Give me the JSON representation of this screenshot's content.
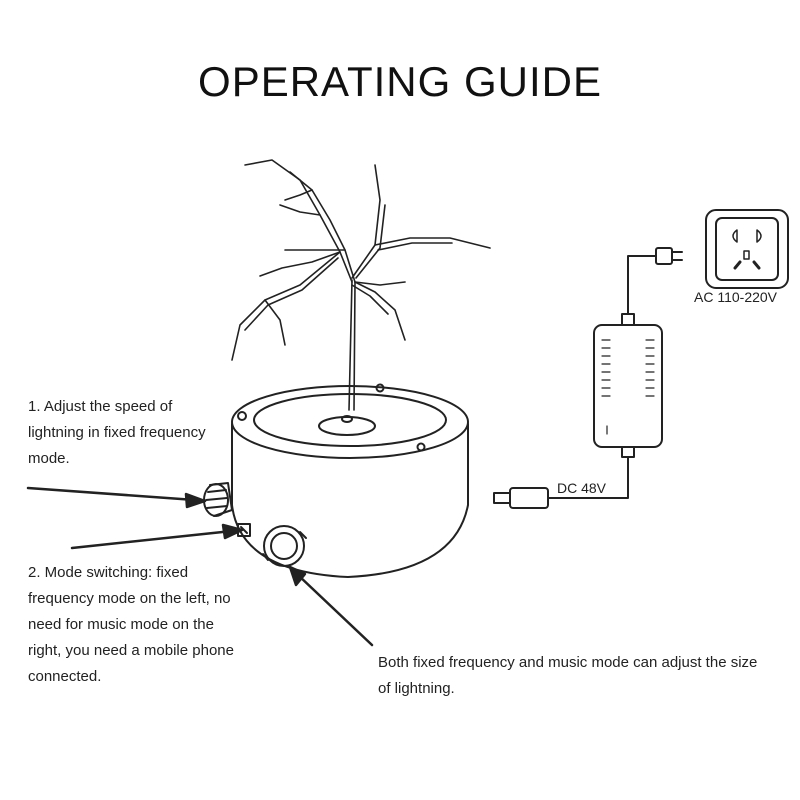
{
  "title": "OPERATING GUIDE",
  "notes": {
    "speed": "1. Adjust the speed of lightning in fixed frequency mode.",
    "mode": "2. Mode switching: fixed frequency mode on the left, no need for music mode on the right, you need a mobile phone connected.",
    "size": "Both fixed frequency and music mode can adjust the size of lightning."
  },
  "power": {
    "ac_label": "AC 110-220V",
    "dc_label": "DC 48V"
  },
  "colors": {
    "line": "#222222",
    "background": "#ffffff"
  }
}
